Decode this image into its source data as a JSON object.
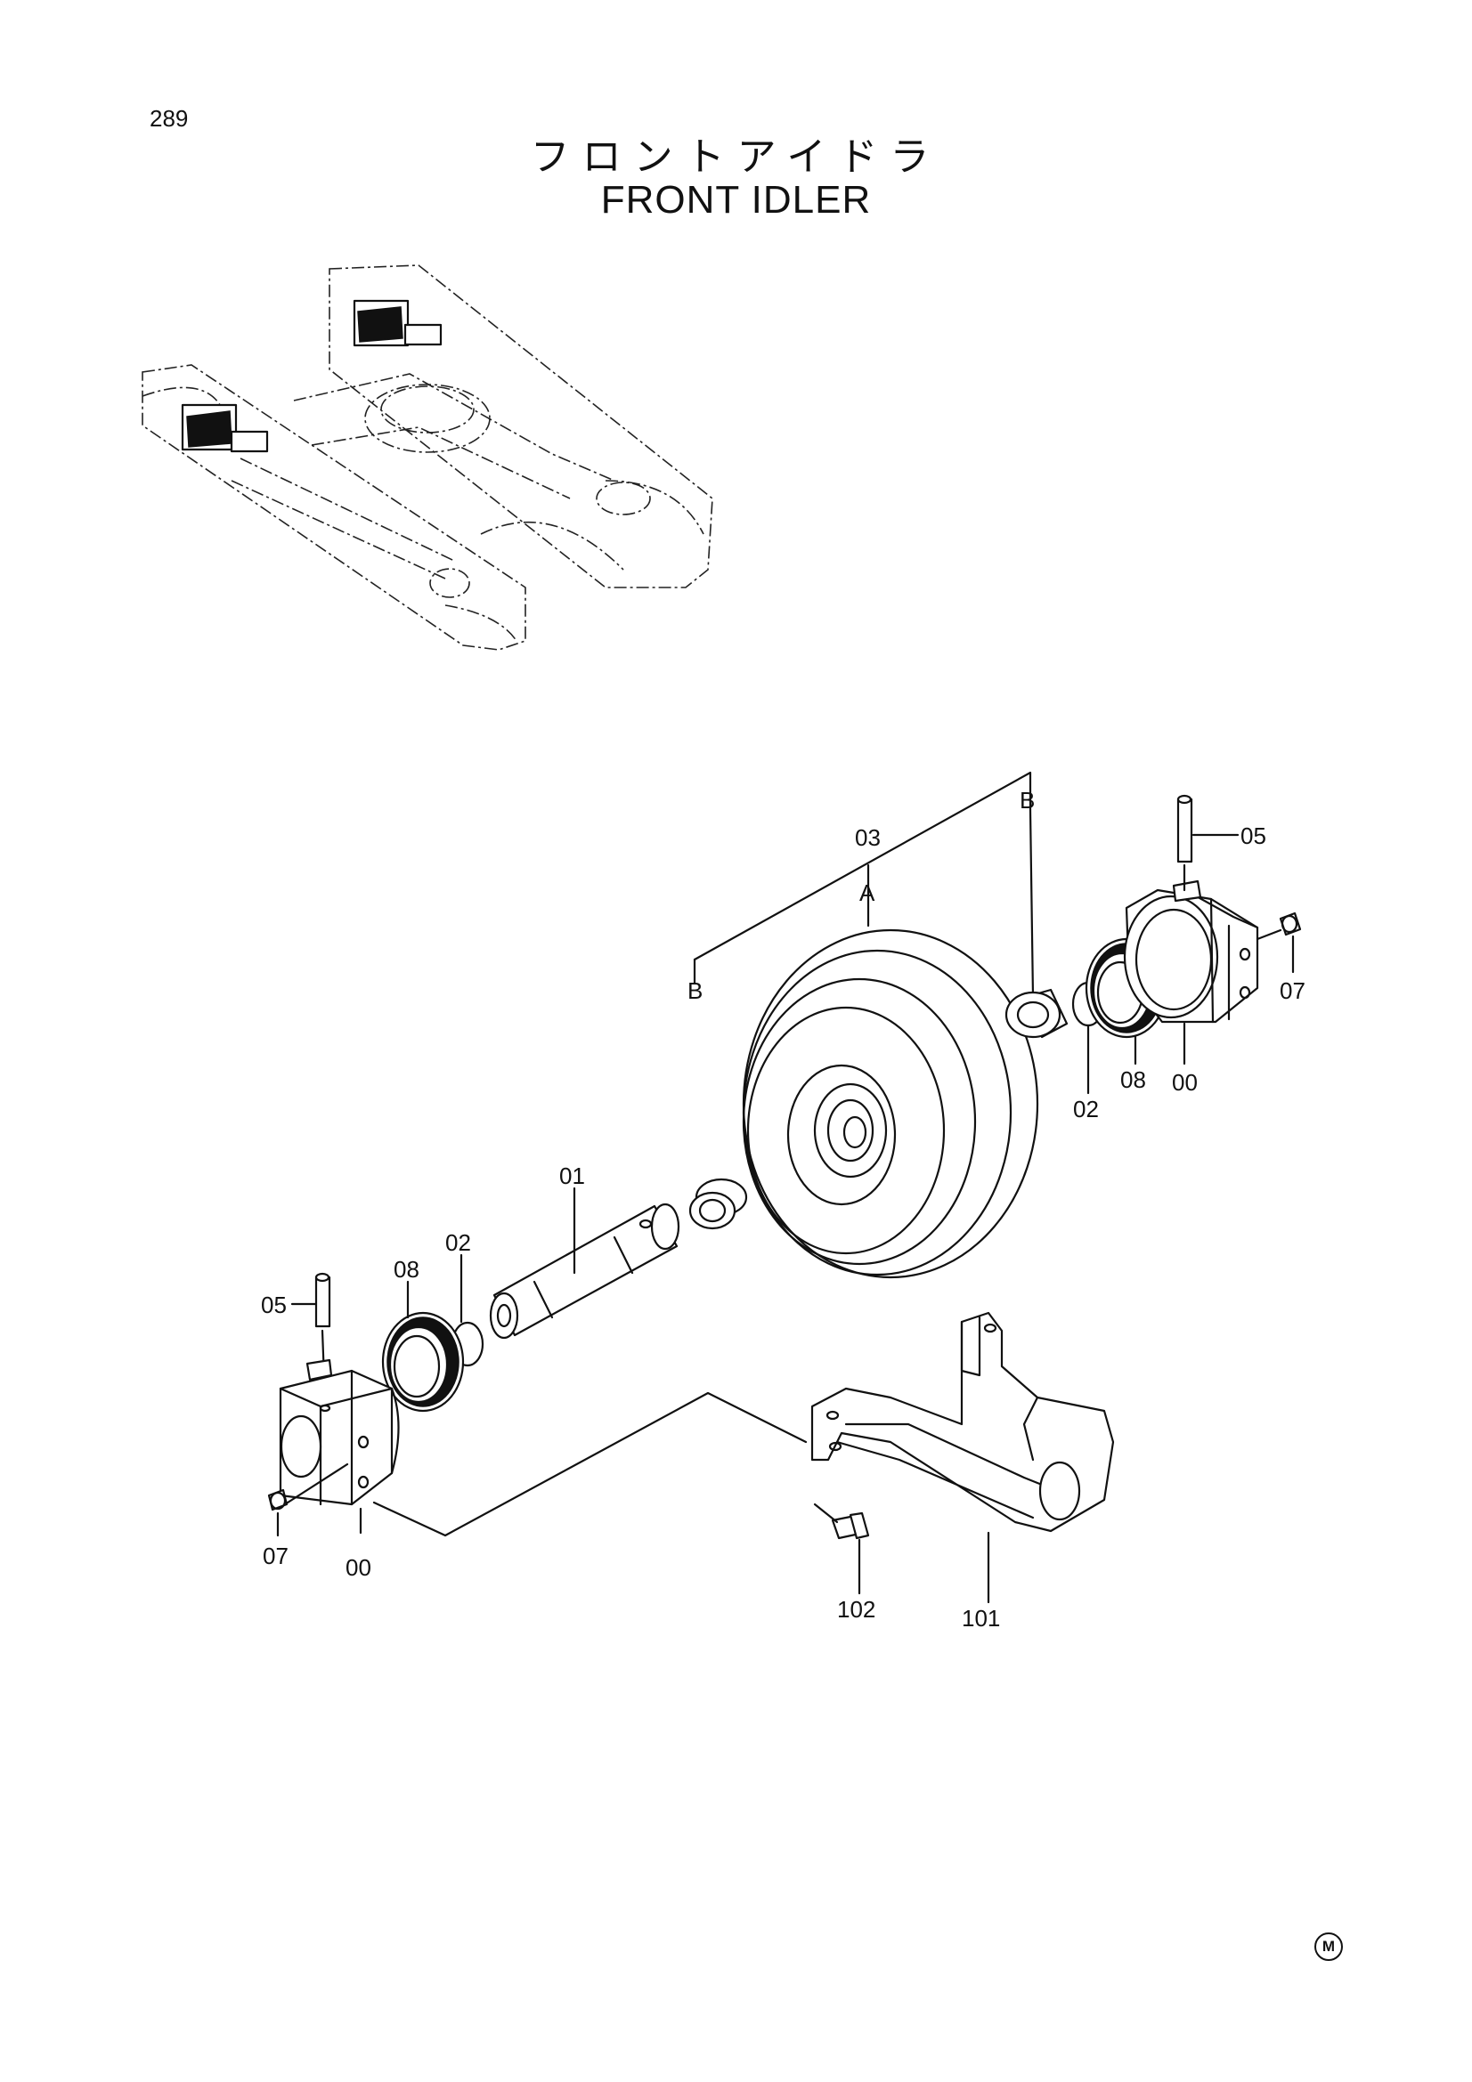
{
  "page": {
    "number": "289",
    "title_jp": "フロントアイドラ",
    "title_en": "FRONT IDLER",
    "mark": "M"
  },
  "callouts": {
    "b_top": "B",
    "p03": "03",
    "a": "A",
    "p05r": "05",
    "p07r": "07",
    "b_left": "B",
    "p02r": "02",
    "p08r": "08",
    "p00r": "00",
    "p01": "01",
    "p02l": "02",
    "p08l": "08",
    "p05l": "05",
    "p07l": "07",
    "p00l": "00",
    "p102": "102",
    "p101": "101"
  }
}
